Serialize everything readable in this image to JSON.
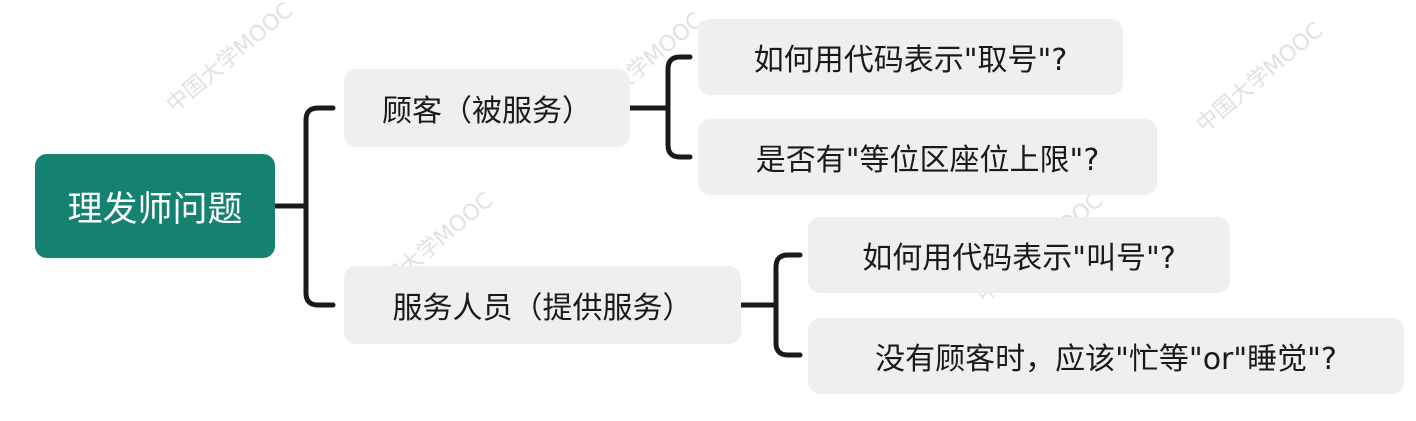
{
  "root": {
    "label": "理发师问题"
  },
  "branches": [
    {
      "label": "顾客（被服务）",
      "children": [
        "如何用代码表示\"取号\"?",
        "是否有\"等位区座位上限\"?"
      ]
    },
    {
      "label": "服务人员（提供服务）",
      "children": [
        "如何用代码表示\"叫号\"?",
        "没有顾客时，应该\"忙等\"or\"睡觉\"?"
      ]
    }
  ],
  "watermark": {
    "text": "中国大学MOOC"
  },
  "colors": {
    "root_fill": "#15826f",
    "node_fill": "#efefef",
    "line": "#1a1a1a"
  }
}
